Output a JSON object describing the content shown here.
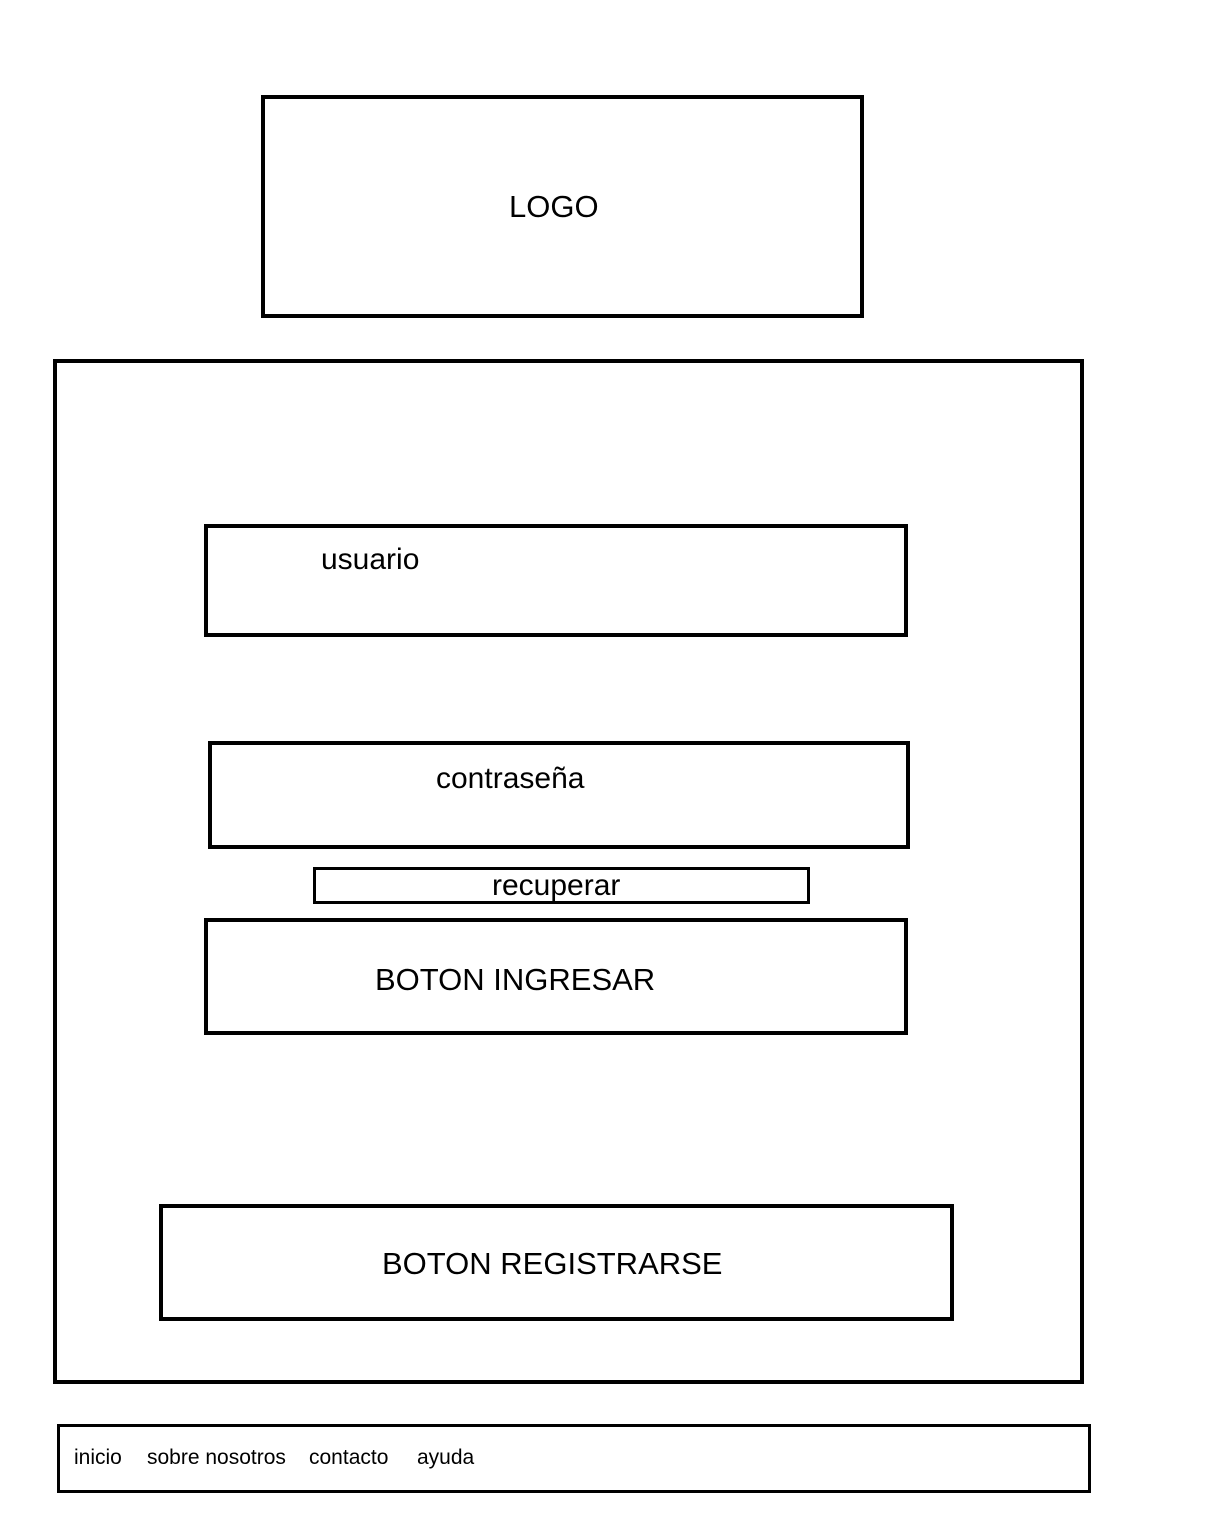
{
  "logo": {
    "label": "LOGO"
  },
  "login_form": {
    "username_field": "usuario",
    "password_field": "contraseña",
    "recover_link": "recuperar",
    "login_button": "BOTON INGRESAR",
    "register_button": "BOTON REGISTRARSE"
  },
  "footer": {
    "links": [
      "inicio",
      "sobre nosotros",
      "contacto",
      "ayuda"
    ]
  }
}
